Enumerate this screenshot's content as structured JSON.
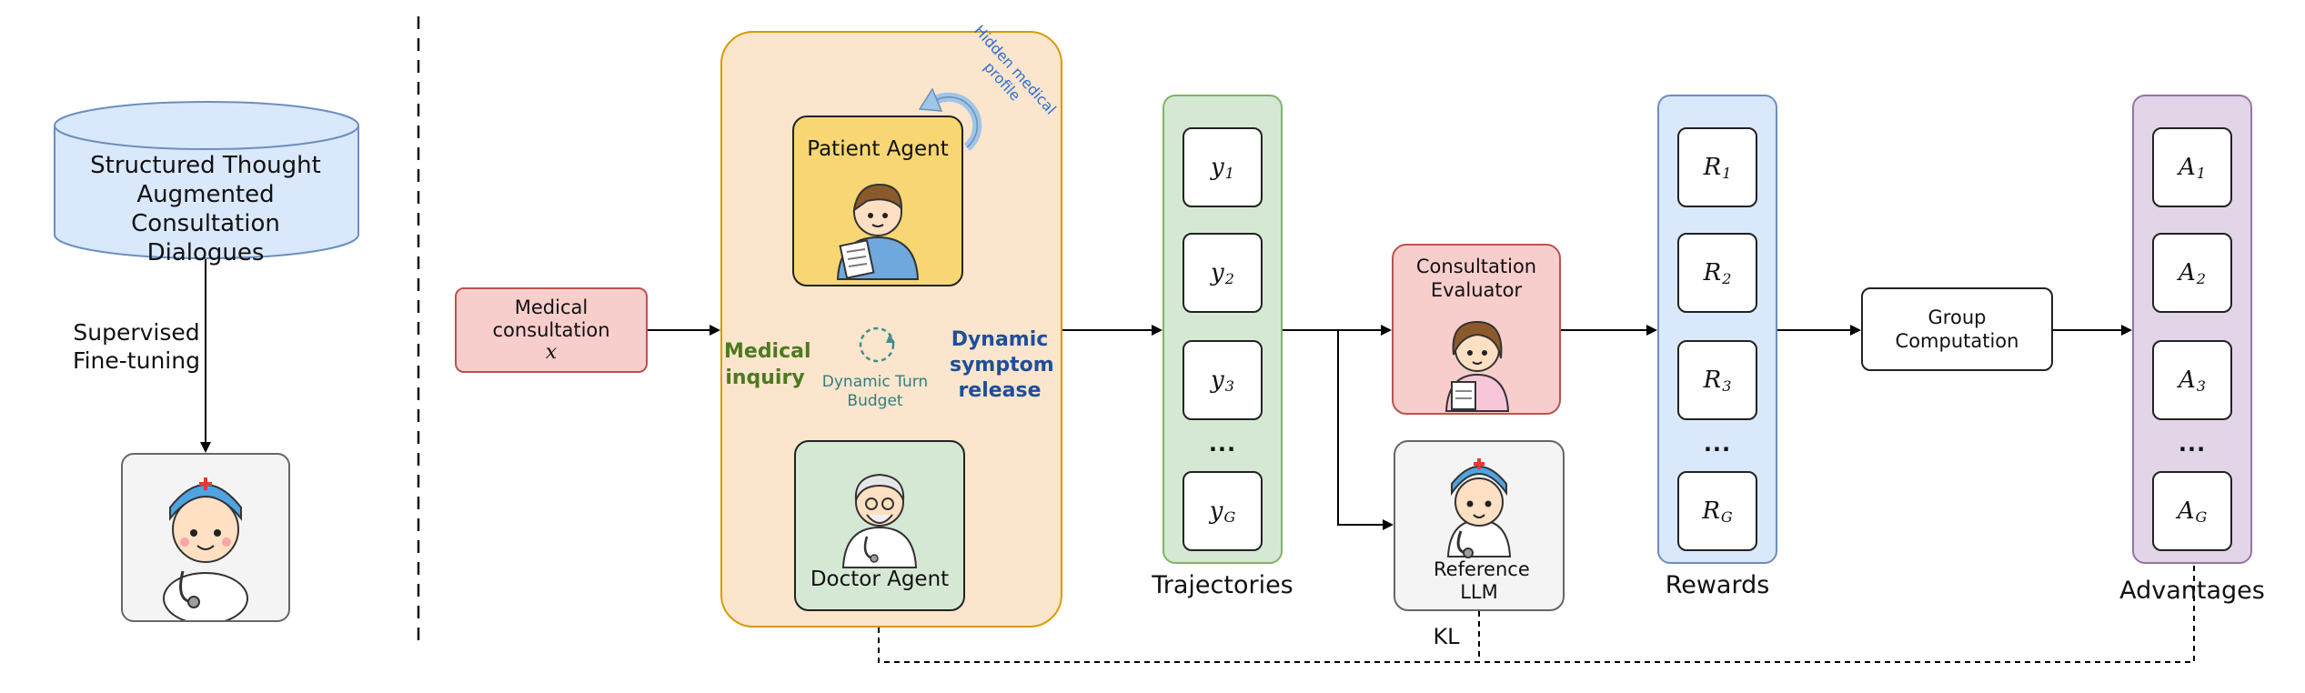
{
  "left_panel": {
    "database_label": "Structured Thought Augmented Consultation Dialogues",
    "sft_label": "Supervised Fine-tuning",
    "doctor_icon": "doctor-avatar-icon"
  },
  "input": {
    "label": "Medical consultation",
    "variable": "x"
  },
  "environment": {
    "patient_agent": "Patient Agent",
    "doctor_agent": "Doctor Agent",
    "hidden_profile": "Hidden medical profile",
    "medical_inquiry": "Medical inquiry",
    "dynamic_turn_budget": "Dynamic Turn Budget",
    "symptom_release": "Dynamic symptom release"
  },
  "trajectories": {
    "items": [
      "y",
      "y",
      "y",
      "y"
    ],
    "subs": [
      "1",
      "2",
      "3",
      "G"
    ],
    "dots": "...",
    "label": "Trajectories"
  },
  "evaluator": {
    "label": "Consultation Evaluator"
  },
  "reference": {
    "label": "Reference LLM",
    "kl": "KL"
  },
  "rewards": {
    "items": [
      "R",
      "R",
      "R",
      "R"
    ],
    "subs": [
      "1",
      "2",
      "3",
      "G"
    ],
    "dots": "...",
    "label": "Rewards"
  },
  "group": {
    "label": "Group Computation"
  },
  "advantages": {
    "items": [
      "A",
      "A",
      "A",
      "A"
    ],
    "subs": [
      "1",
      "2",
      "3",
      "G"
    ],
    "dots": "...",
    "label": "Advantages"
  },
  "colors": {
    "database_fill": "#dae8fc",
    "input_fill": "#f8cecc",
    "environment_fill": "#fbe5cd",
    "patient_fill": "#f7d673",
    "doctor_fill": "#d5e8d4",
    "trajectories_fill": "#d5e8d4",
    "rewards_fill": "#dae8fc",
    "advantages_fill": "#e1d5e7",
    "inquiry_green": "#4d7a1e",
    "release_blue": "#1f4e9b",
    "budget_teal": "#2f7f7f"
  }
}
